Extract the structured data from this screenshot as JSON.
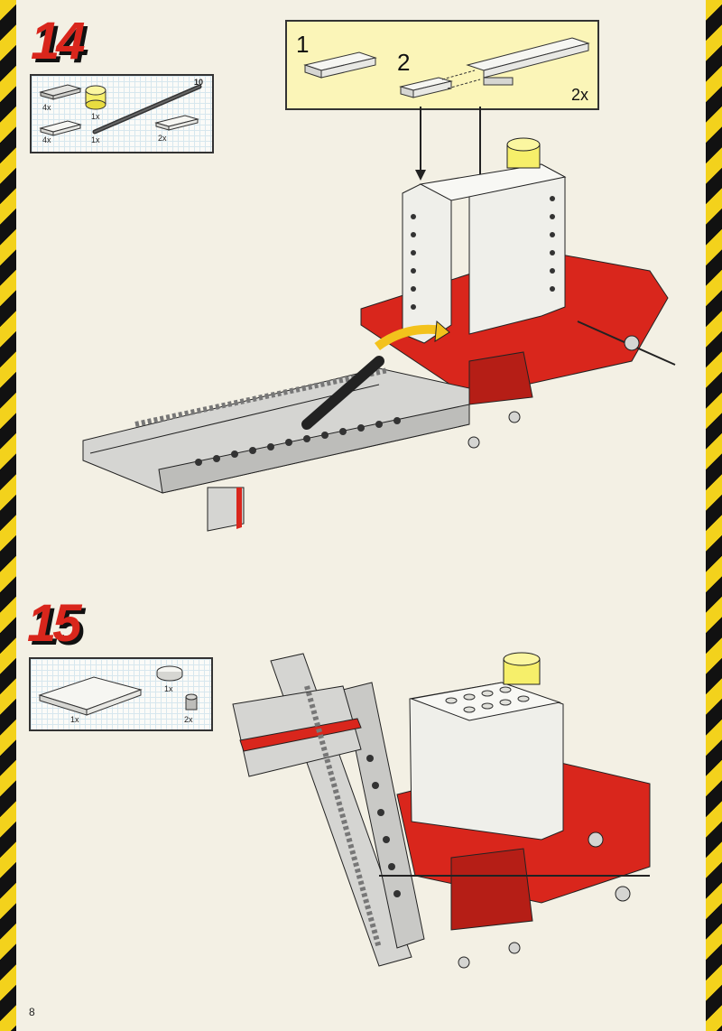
{
  "page": {
    "number": "8"
  },
  "colors": {
    "hazard_yellow": "#f3d21c",
    "brick_red": "#d9261c",
    "brick_grey": "#c9c9c6",
    "brick_white": "#efefea",
    "transparent_yellow": "#f6ef6a",
    "callout_bg": "#fbf5b8"
  },
  "steps": [
    {
      "number": "14",
      "parts": [
        {
          "name": "plate-1x4-grey",
          "qty": "4x"
        },
        {
          "name": "plate-1x4-white",
          "qty": "4x"
        },
        {
          "name": "round-brick-2x2-trans-yellow",
          "qty": "1x"
        },
        {
          "name": "axle-10",
          "length_label": "10",
          "qty": "1x"
        },
        {
          "name": "plate-1x4-white-2",
          "qty": "2x"
        }
      ],
      "sub_assembly": {
        "step1": "1",
        "step2": "2",
        "qty": "2x"
      }
    },
    {
      "number": "15",
      "parts": [
        {
          "name": "plate-4x6-white",
          "qty": "1x"
        },
        {
          "name": "round-tile-2x2-white",
          "qty": "1x"
        },
        {
          "name": "bush-grey",
          "qty": "2x"
        }
      ]
    }
  ]
}
